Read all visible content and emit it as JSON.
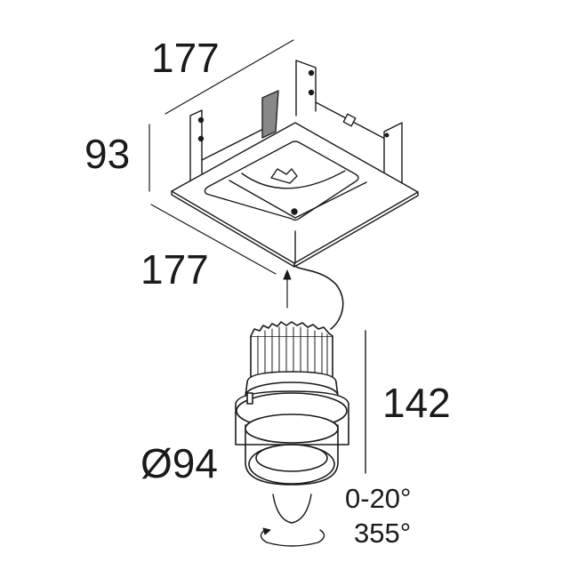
{
  "dimensions": {
    "width_top": "177",
    "height_housing": "93",
    "width_bottom": "177",
    "height_module": "142",
    "diameter": "Ø94",
    "tilt": "0-20°",
    "rotation": "355°"
  }
}
